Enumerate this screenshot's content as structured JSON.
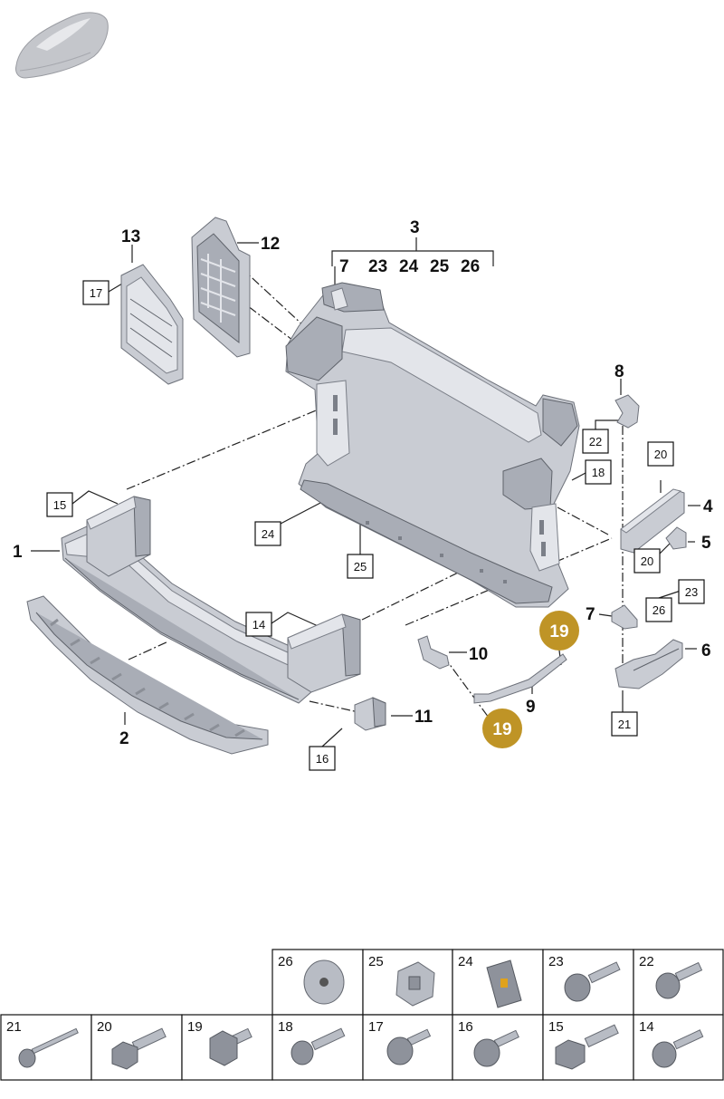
{
  "diagram": {
    "main_labels": [
      {
        "key": "lbl-1",
        "text": "1"
      },
      {
        "key": "lbl-2",
        "text": "2"
      },
      {
        "key": "lbl-3",
        "text": "3"
      },
      {
        "key": "lbl-4",
        "text": "4"
      },
      {
        "key": "lbl-5",
        "text": "5"
      },
      {
        "key": "lbl-6",
        "text": "6"
      },
      {
        "key": "lbl-7",
        "text": "7"
      },
      {
        "key": "lbl-8",
        "text": "8"
      },
      {
        "key": "lbl-9",
        "text": "9"
      },
      {
        "key": "lbl-10",
        "text": "10"
      },
      {
        "key": "lbl-11",
        "text": "11"
      },
      {
        "key": "lbl-12",
        "text": "12"
      },
      {
        "key": "lbl-13",
        "text": "13"
      }
    ],
    "group3_items": [
      "7",
      "23",
      "24",
      "25",
      "26"
    ],
    "boxed_labels": [
      "14",
      "15",
      "16",
      "17",
      "18",
      "20",
      "20",
      "21",
      "22",
      "23",
      "24",
      "25",
      "26"
    ],
    "highlight_labels": [
      "19",
      "19"
    ],
    "highlight_color": "#bf9426"
  },
  "fastener_table": {
    "top_row": [
      "26",
      "25",
      "24",
      "23",
      "22"
    ],
    "bottom_row": [
      "21",
      "20",
      "19",
      "18",
      "17",
      "16",
      "15",
      "14"
    ]
  }
}
